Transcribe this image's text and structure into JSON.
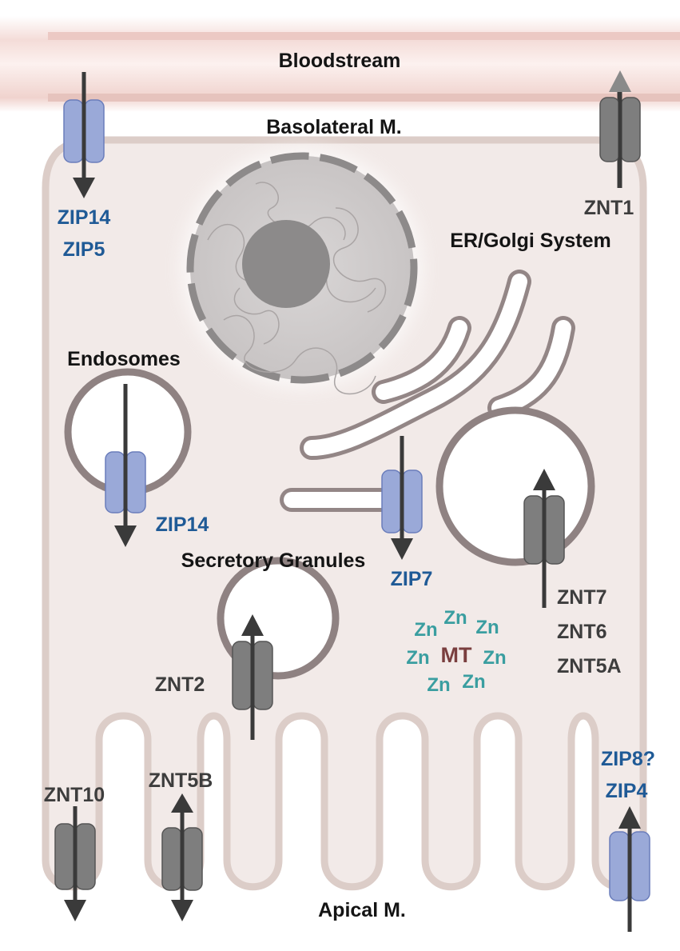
{
  "title": "Zinc transporters in the cell",
  "compartments": {
    "bloodstream": "Bloodstream",
    "basolateral": "Basolateral M.",
    "er_golgi": "ER/Golgi System",
    "endosomes": "Endosomes",
    "secretory": "Secretory Granules",
    "apical": "Apical M."
  },
  "transporters": {
    "baso_zip": [
      "ZIP14",
      "ZIP5"
    ],
    "baso_znt": "ZNT1",
    "endo_zip": "ZIP14",
    "er_zip": "ZIP7",
    "er_znt": [
      "ZNT7",
      "ZNT6",
      "ZNT5A"
    ],
    "granule_znt": "ZNT2",
    "apical_znt10": "ZNT10",
    "apical_znt5b": "ZNT5B",
    "apical_zip": [
      "ZIP8?",
      "ZIP4"
    ]
  },
  "metallothionein": {
    "center": "MT",
    "zinc": [
      "Zn",
      "Zn",
      "Zn",
      "Zn",
      "Zn",
      "Zn",
      "Zn"
    ]
  },
  "colors": {
    "zip": "#9aa9d8",
    "znt": "#7e7e7e",
    "zip_label": "#1f5a96",
    "zn": "#3a9ea0",
    "mt": "#7a3f3f"
  }
}
